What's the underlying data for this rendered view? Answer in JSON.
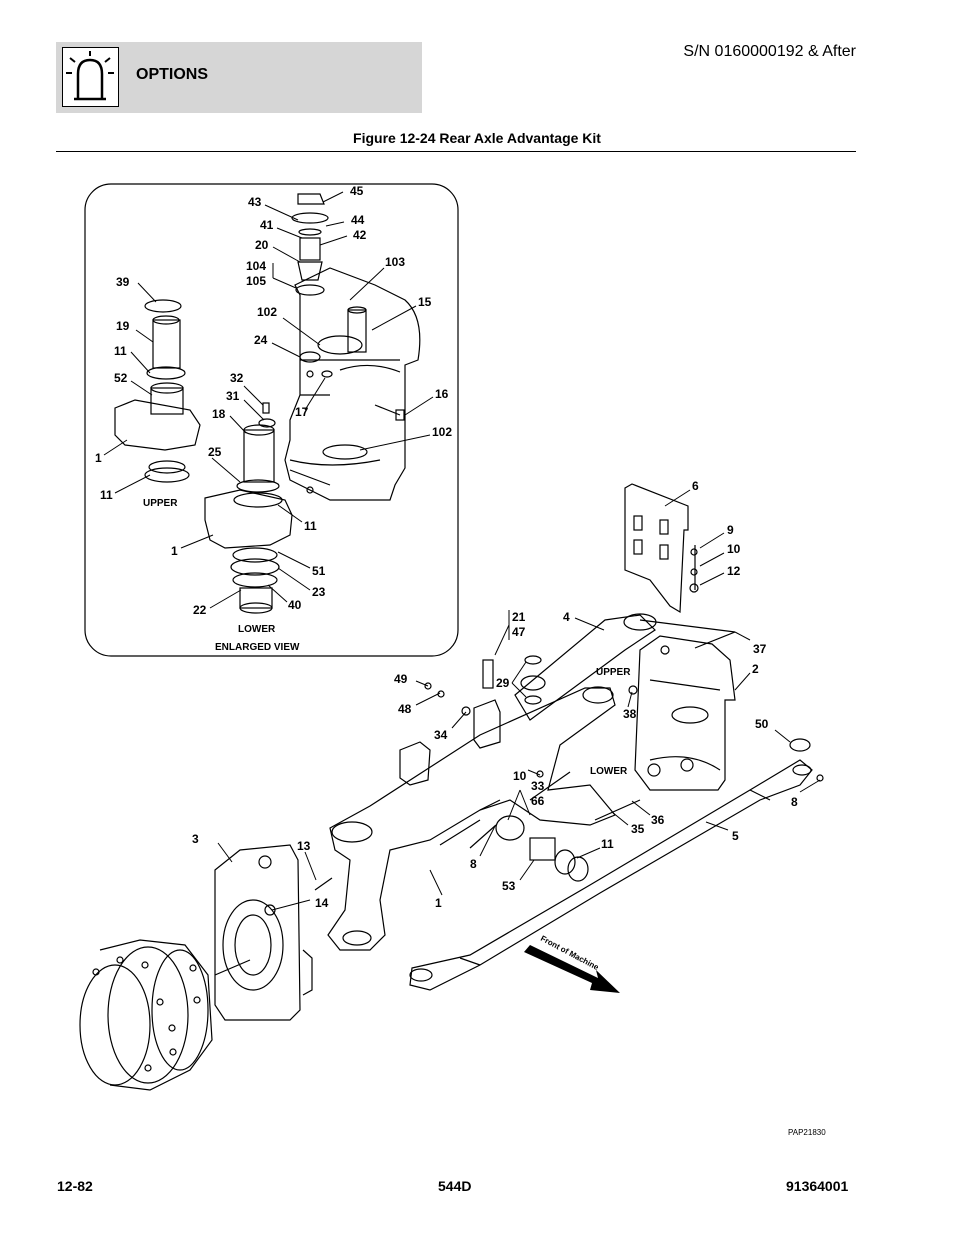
{
  "header": {
    "section_title": "OPTIONS",
    "serial_note": "S/N 0160000192 & After",
    "section_icon": "options-lamp-icon"
  },
  "figure": {
    "title": "Figure 12-24 Rear Axle Advantage Kit",
    "drawing_code": "PAP21830",
    "enlarged_caption": "ENLARGED VIEW",
    "upper_caption": "UPPER",
    "lower_caption": "LOWER",
    "main_upper_caption": "UPPER",
    "main_lower_caption": "LOWER",
    "direction_caption": "Front of Machine",
    "callouts": [
      "45",
      "43",
      "44",
      "41",
      "42",
      "20",
      "104",
      "105",
      "103",
      "39",
      "15",
      "102",
      "19",
      "11",
      "24",
      "52",
      "32",
      "31",
      "16",
      "18",
      "17",
      "102",
      "1",
      "25",
      "11",
      "UPPER",
      "11",
      "1",
      "51",
      "23",
      "22",
      "40",
      "6",
      "9",
      "10",
      "12",
      "21",
      "47",
      "4",
      "37",
      "2",
      "29",
      "49",
      "48",
      "38",
      "34",
      "50",
      "10",
      "33",
      "66",
      "36",
      "35",
      "8",
      "3",
      "13",
      "11",
      "8",
      "14",
      "53",
      "1",
      "5"
    ]
  },
  "footer": {
    "page_number": "12-82",
    "model": "544D",
    "manual_number": "91364001"
  }
}
